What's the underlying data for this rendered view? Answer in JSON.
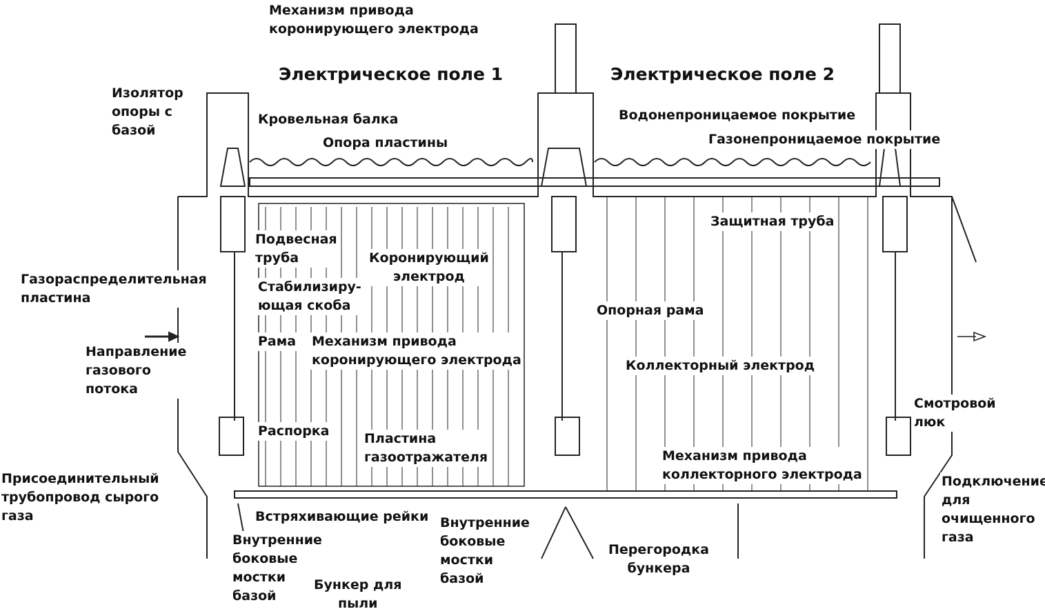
{
  "labels": {
    "corona_drive_top": "Механизм привода\nкоронирующего электрода",
    "field1": "Электрическое поле 1",
    "field2": "Электрическое поле 2",
    "insulator": "Изолятор\nопоры с\nбазой",
    "roof_beam": "Кровельная балка",
    "plate_support": "Опора пластины",
    "waterproof_cover": "Водонепроницаемое покрытие",
    "gastight_cover": "Газонепроницаемое покрытие",
    "protective_tube": "Защитная труба",
    "suspension_tube": "Подвесная\nтруба",
    "corona_electrode": "Коронирующий\nэлектрод",
    "gas_distribution_plate": "Газораспределительная\nпластина",
    "stabilizing_bracket": "Стабилизиру-\nющая скоба",
    "support_frame": "Опорная рама",
    "frame": "Рама",
    "corona_drive_mid": "Механизм привода\nкоронирующего электрода",
    "gas_flow_direction": "Направление\nгазового\nпотока",
    "collector_electrode": "Коллекторный электрод",
    "inspection_hatch": "Смотровой\nлюк",
    "spacer": "Распорка",
    "baffle_plate": "Пластина\nгазоотражателя",
    "collector_drive": "Механизм привода\nколлекторного электрода",
    "raw_gas_inlet": "Присоединительный\nтрубопровод сырого\nгаза",
    "clean_gas_outlet": "Подключение\nдля\nочищенного\nгаза",
    "rapping_rails": "Встряхивающие рейки",
    "walkway_left": "Внутренние\nбоковые\nмостки\nбазой",
    "walkway_mid": "Внутренние\nбоковые\nмостки\nбазой",
    "hopper_partition": "Перегородка\nбункера",
    "dust_hopper": "Бункер для\nпыли"
  }
}
